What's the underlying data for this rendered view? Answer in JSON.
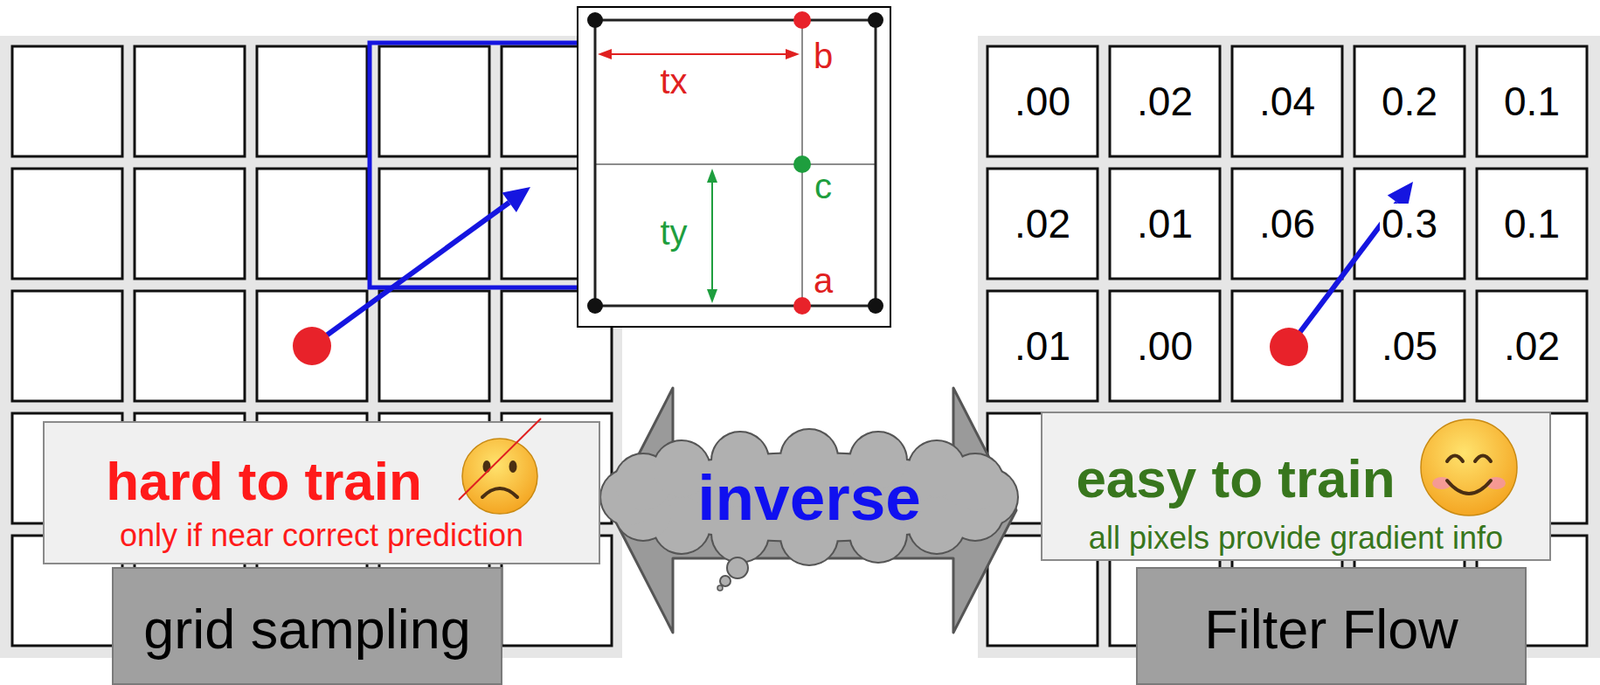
{
  "diagram": {
    "nodes": [
      {
        "text": [
          "hard to train",
          "only if near correct prediction"
        ]
      },
      {
        "text": [
          "grid sampling"
        ]
      },
      {
        "text": [
          "easy to train",
          "all pixels provide gradient info"
        ]
      },
      {
        "text": [
          "Filter Flow"
        ]
      }
    ],
    "edges": [
      {
        "from": 0,
        "to": 2,
        "arrow": "both",
        "label": "inverse"
      }
    ],
    "labels": [
      "tx",
      "b",
      "c",
      "ty",
      "a",
      ".00",
      ".02",
      ".04",
      "0.2",
      "0.1",
      ".02",
      ".01",
      ".06",
      "0.3",
      "0.1",
      ".01",
      ".00",
      ".05",
      ".02"
    ]
  }
}
